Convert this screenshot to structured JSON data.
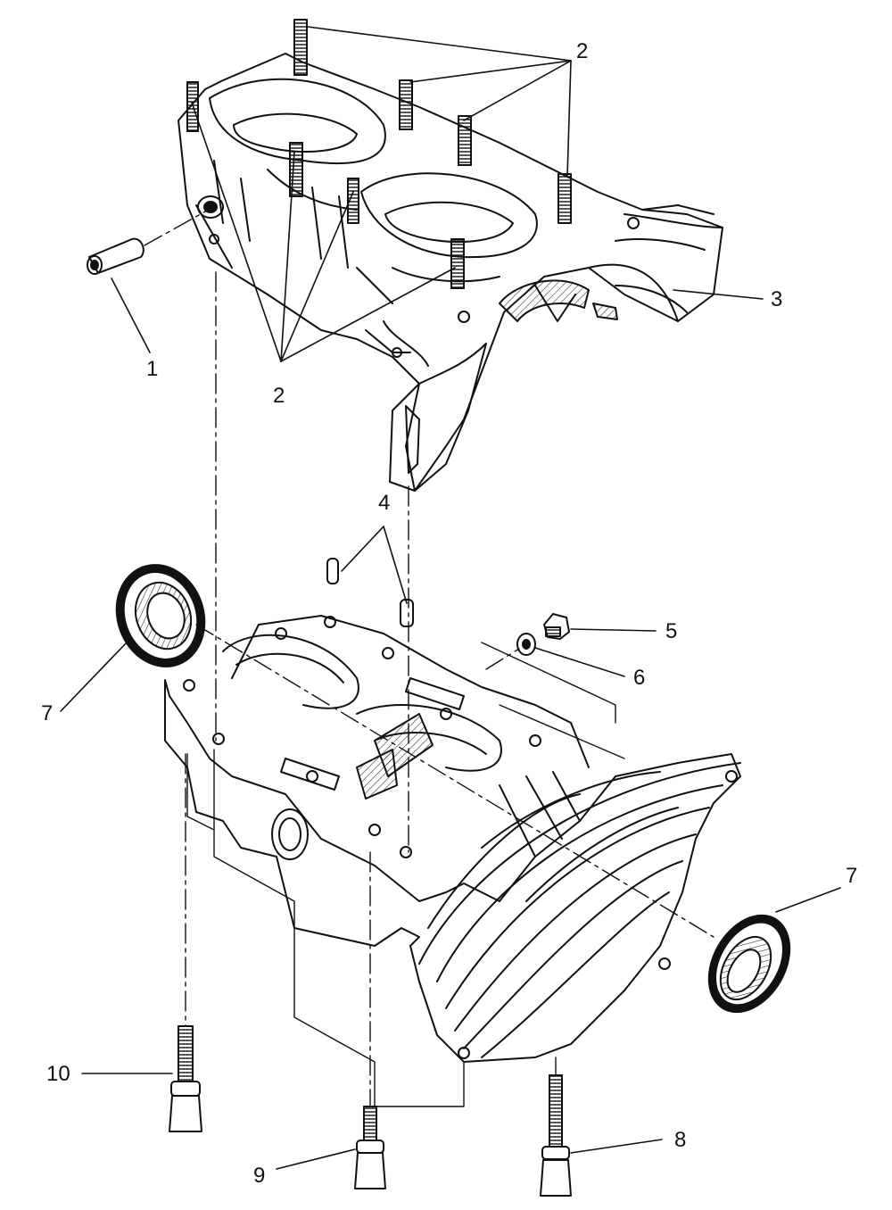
{
  "diagram": {
    "callouts": {
      "c1": "1",
      "c2_top": "2",
      "c2_bottom": "2",
      "c3": "3",
      "c4": "4",
      "c5": "5",
      "c6": "6",
      "c7_left": "7",
      "c7_right": "7",
      "c8": "8",
      "c9": "9",
      "c10": "10"
    },
    "colors": {
      "ink": "#111111",
      "paper": "#ffffff",
      "hatch": "#333333"
    }
  }
}
